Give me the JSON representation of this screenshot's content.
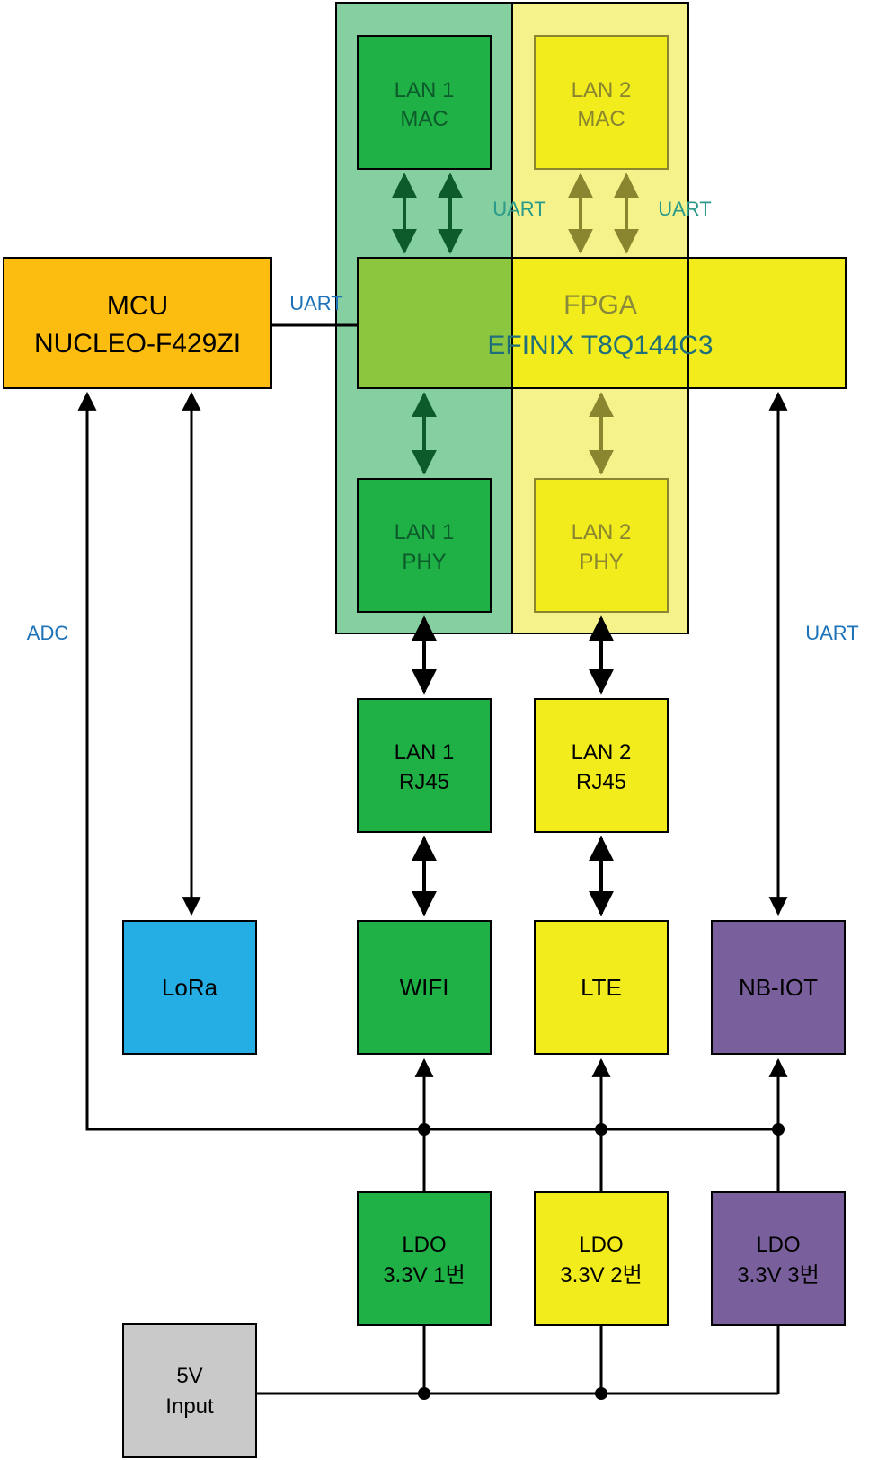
{
  "colors": {
    "green": "#1fb146",
    "green_region": "#86cfa0",
    "yellow": "#f2ec1c",
    "yellow_region": "#f5f28c",
    "orange": "#fdbd10",
    "blue": "#24aee3",
    "purple": "#7a5f9d",
    "gray": "#c9c9c9",
    "label_blue": "#1d72b8"
  },
  "blocks": {
    "mcu": {
      "line1": "MCU",
      "line2": "NUCLEO-F429ZI"
    },
    "fpga": {
      "line1": "FPGA",
      "line2": "EFINIX T8Q144C3"
    },
    "lan1_mac": {
      "line1": "LAN 1",
      "line2": "MAC"
    },
    "lan2_mac": {
      "line1": "LAN 2",
      "line2": "MAC"
    },
    "lan1_phy": {
      "line1": "LAN 1",
      "line2": "PHY"
    },
    "lan2_phy": {
      "line1": "LAN 2",
      "line2": "PHY"
    },
    "lan1_rj45": {
      "line1": "LAN 1",
      "line2": "RJ45"
    },
    "lan2_rj45": {
      "line1": "LAN 2",
      "line2": "RJ45"
    },
    "lora": {
      "line1": "LoRa"
    },
    "wifi": {
      "line1": "WIFI"
    },
    "lte": {
      "line1": "LTE"
    },
    "nbiot": {
      "line1": "NB-IOT"
    },
    "ldo1": {
      "line1": "LDO",
      "line2": "3.3V 1번"
    },
    "ldo2": {
      "line1": "LDO",
      "line2": "3.3V 2번"
    },
    "ldo3": {
      "line1": "LDO",
      "line2": "3.3V 3번"
    },
    "input5v": {
      "line1": "5V",
      "line2": "Input"
    }
  },
  "labels": {
    "uart_mcu": "UART",
    "uart_lan1": "UART",
    "uart_lan2": "UART",
    "uart_nbiot": "UART",
    "adc": "ADC"
  }
}
